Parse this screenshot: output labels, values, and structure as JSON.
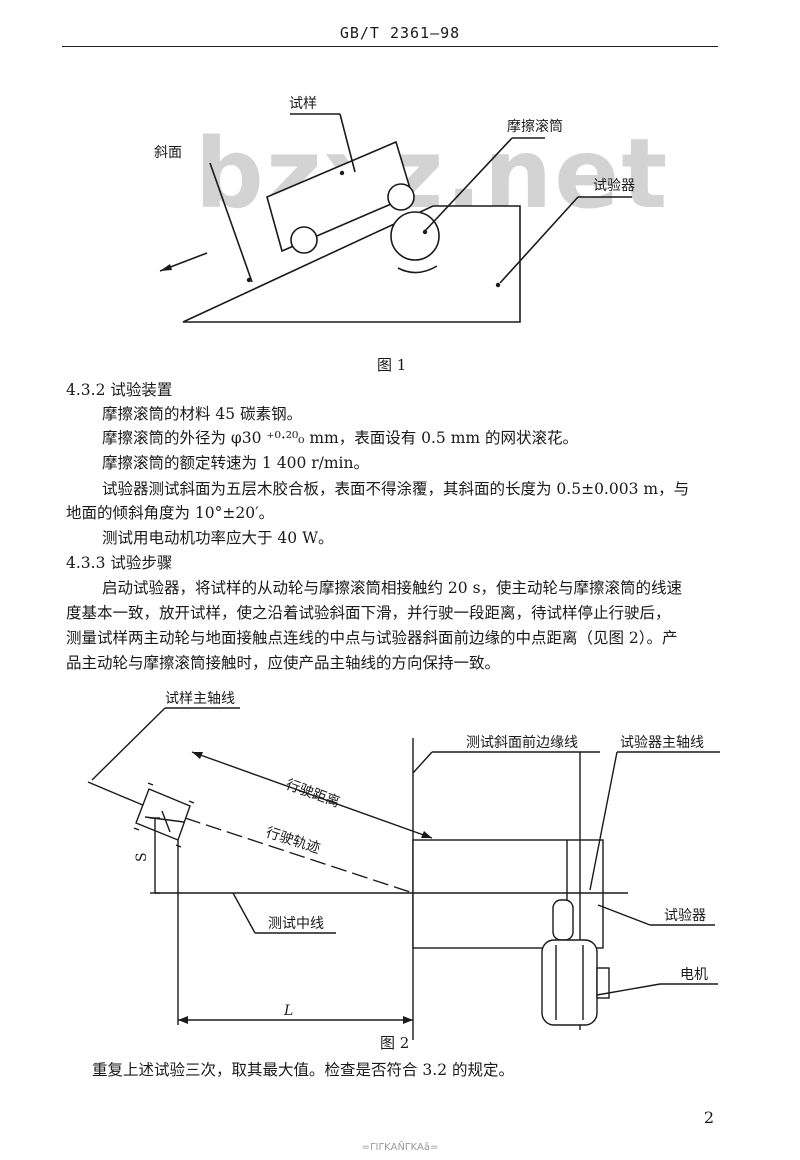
{
  "header": {
    "standard_no": "GB/T 2361—98"
  },
  "watermark": "bzxz.net",
  "figure1": {
    "caption": "图 1",
    "labels": {
      "specimen": "试样",
      "roller": "摩擦滚筒",
      "slope": "斜面",
      "tester": "试验器"
    }
  },
  "section_432": {
    "heading": "4.3.2  试验装置",
    "lines": [
      "摩擦滚筒的材料 45 碳素钢。",
      "摩擦滚筒的外径为 φ30 ⁺⁰·²⁰₀ mm，表面设有 0.5 mm 的网状滚花。",
      "摩擦滚筒的额定转速为 1 400 r/min。",
      "试验器测试斜面为五层木胶合板，表面不得涂覆，其斜面的长度为 0.5±0.003 m，与",
      "地面的倾斜角度为 10°±20′。",
      "测试用电动机功率应大于 40 W。"
    ]
  },
  "section_433": {
    "heading": "4.3.3   试验步骤",
    "lines": [
      "启动试验器，将试样的从动轮与摩擦滚筒相接触约 20 s，使主动轮与摩擦滚筒的线速",
      "度基本一致，放开试样，使之沿着试验斜面下滑，并行驶一段距离，待试样停止行驶后，",
      "测量试样两主动轮与地面接触点连线的中点与试验器斜面前边缘的中点距离（见图 2）。产",
      "品主动轮与摩擦滚筒接触时，应使产品主轴线的方向保持一致。"
    ]
  },
  "figure2": {
    "caption": "图 2",
    "labels": {
      "specimen_axis": "试样主轴线",
      "slope_edge": "测试斜面前边缘线",
      "tester_axis": "试验器主轴线",
      "travel_distance": "行驶距离",
      "travel_track": "行驶轨迹",
      "s": "S",
      "center_line": "测试中线",
      "tester": "试验器",
      "motor": "电机",
      "L": "L"
    }
  },
  "conclusion": "重复上述试验三次，取其最大值。检查是否符合 3.2 的规定。",
  "page_number": "2",
  "footer_mark": "=ΓΙΓΚΑÑΓΚΑâ="
}
